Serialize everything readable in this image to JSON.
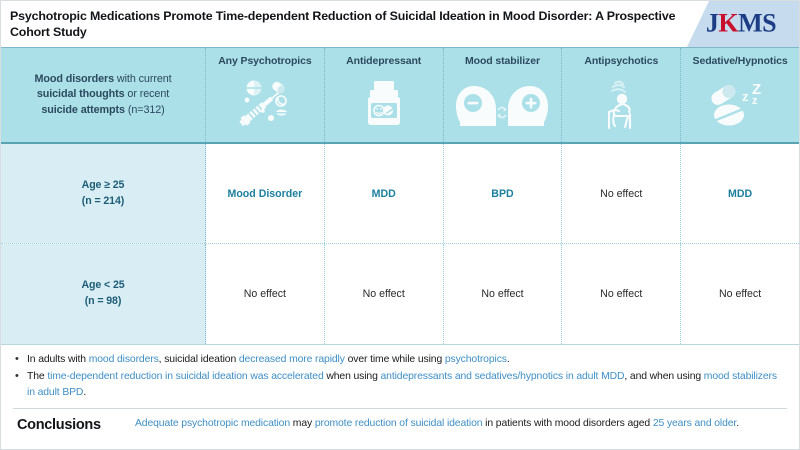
{
  "header": {
    "title": "Psychotropic Medications Promote Time-dependent Reduction of Suicidal Ideation in Mood Disorder: A Prospective Cohort Study",
    "logo": {
      "full": "JKMS",
      "part1": "J",
      "part2": "K",
      "part3": "MS",
      "accent_color": "#c8102e",
      "text_color": "#1c3d86",
      "bg_color": "#c6dcee"
    }
  },
  "table": {
    "corner": {
      "line1_bold": "Mood disorders",
      "line1_rest": " with current",
      "line2_bold": "suicidal thoughts",
      "line2_rest": " or recent",
      "line3_bold": "suicide attempts",
      "line3_rest": " (n=312)",
      "full_text": "Mood disorders with current suicidal thoughts or recent suicide attempts (n=312)"
    },
    "columns": [
      {
        "label": "Any Psychotropics",
        "icon": "syringe-pills-icon"
      },
      {
        "label": "Antidepressant",
        "icon": "pill-bottle-icon"
      },
      {
        "label": "Mood stabilizer",
        "icon": "two-heads-plus-minus-icon"
      },
      {
        "label": "Antipsychotics",
        "icon": "seated-person-icon"
      },
      {
        "label": "Sedative/Hypnotics",
        "icon": "pills-zzz-icon"
      }
    ],
    "rows": [
      {
        "label_line1": "Age ≥ 25",
        "label_line2": "(n = 214)",
        "cells": [
          {
            "text": "Mood Disorder",
            "effect": true
          },
          {
            "text": "MDD",
            "effect": true
          },
          {
            "text": "BPD",
            "effect": true
          },
          {
            "text": "No effect",
            "effect": false
          },
          {
            "text": "MDD",
            "effect": true
          }
        ]
      },
      {
        "label_line1": "Age < 25",
        "label_line2": "(n = 98)",
        "cells": [
          {
            "text": "No effect",
            "effect": false
          },
          {
            "text": "No effect",
            "effect": false
          },
          {
            "text": "No effect",
            "effect": false
          },
          {
            "text": "No effect",
            "effect": false
          },
          {
            "text": "No effect",
            "effect": false
          }
        ]
      }
    ],
    "header_bg": "#ace0e8",
    "firstcol_bg": "#d9edf4",
    "highlight_color": "#1b7f9e"
  },
  "bullets": [
    {
      "marker": "•",
      "segments": [
        {
          "t": "In adults with ",
          "hl": false
        },
        {
          "t": "mood disorders",
          "hl": true
        },
        {
          "t": ", suicidal ideation ",
          "hl": false
        },
        {
          "t": "decreased more rapidly",
          "hl": true
        },
        {
          "t": " over time while using ",
          "hl": false
        },
        {
          "t": "psychotropics",
          "hl": true
        },
        {
          "t": ".",
          "hl": false
        }
      ]
    },
    {
      "marker": "•",
      "segments": [
        {
          "t": "The ",
          "hl": false
        },
        {
          "t": "time-dependent reduction in suicidal ideation was accelerated",
          "hl": true
        },
        {
          "t": " when using ",
          "hl": false
        },
        {
          "t": "antidepressants and sedatives/hypnotics in adult MDD",
          "hl": true
        },
        {
          "t": ", and when using ",
          "hl": false
        },
        {
          "t": "mood stabilizers in adult BPD",
          "hl": true
        },
        {
          "t": ".",
          "hl": false
        }
      ]
    }
  ],
  "conclusions": {
    "label": "Conclusions",
    "segments": [
      {
        "t": "Adequate psychotropic medication",
        "hl": true
      },
      {
        "t": " may ",
        "hl": false
      },
      {
        "t": "promote reduction of suicidal ideation",
        "hl": true
      },
      {
        "t": " in patients with mood disorders aged ",
        "hl": false
      },
      {
        "t": "25 years and older",
        "hl": true
      },
      {
        "t": ".",
        "hl": false
      }
    ]
  }
}
